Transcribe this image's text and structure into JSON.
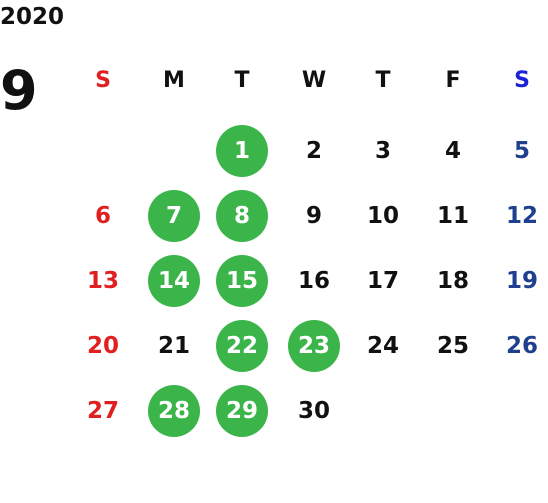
{
  "calendar": {
    "year": "2020",
    "month": "9",
    "weekdays": [
      "S",
      "M",
      "T",
      "W",
      "T",
      "F",
      "S"
    ],
    "leading_blanks": 2,
    "days": [
      "1",
      "2",
      "3",
      "4",
      "5",
      "6",
      "7",
      "8",
      "9",
      "10",
      "11",
      "12",
      "13",
      "14",
      "15",
      "16",
      "17",
      "18",
      "19",
      "20",
      "21",
      "22",
      "23",
      "24",
      "25",
      "26",
      "27",
      "28",
      "29",
      "30"
    ],
    "highlighted_days": [
      "1",
      "7",
      "8",
      "14",
      "15",
      "22",
      "23",
      "28",
      "29"
    ]
  },
  "colors": {
    "text": "#111111",
    "sunday": "#e02020",
    "saturday": "#1f3f8f",
    "saturday_header": "#1a22d6",
    "highlight": "#3bb54a",
    "highlight_text": "#ffffff"
  }
}
